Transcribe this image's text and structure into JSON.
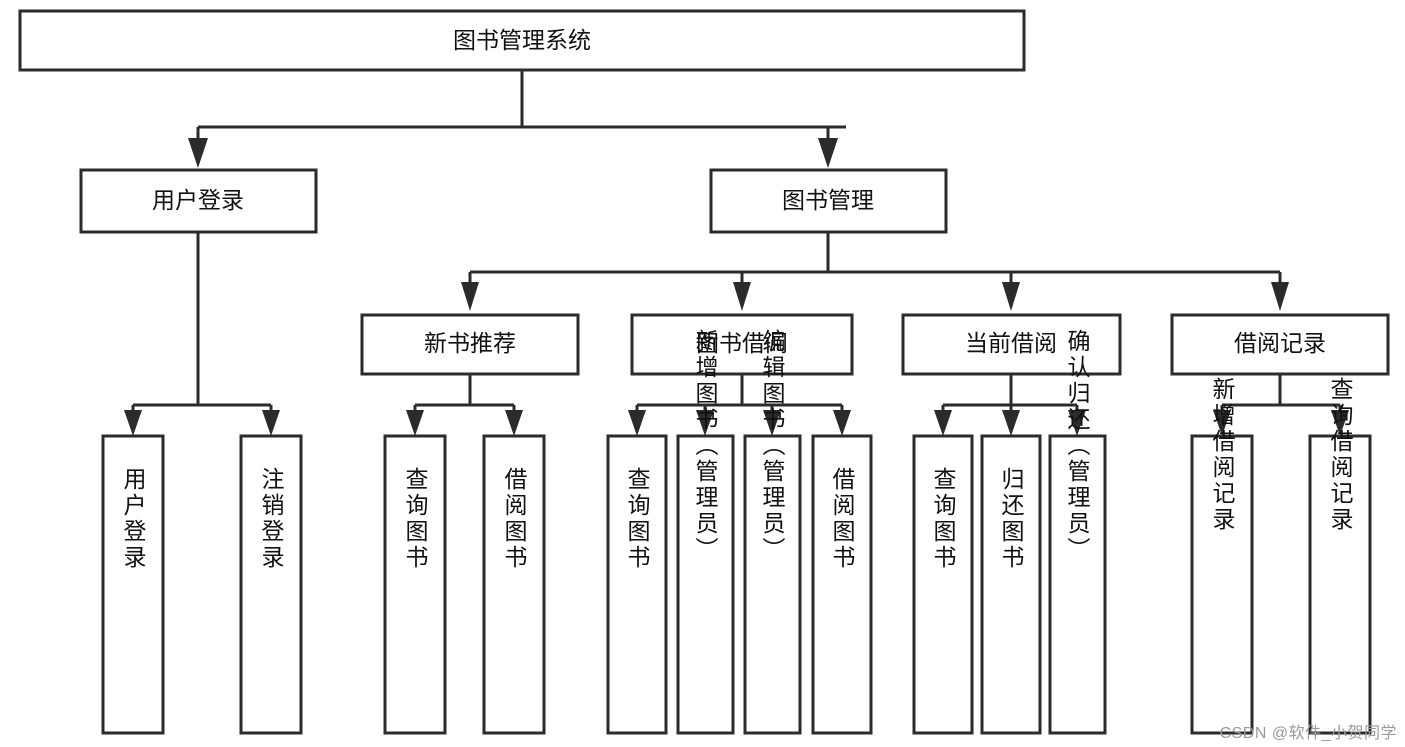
{
  "diagram": {
    "type": "tree-hierarchy",
    "title": "图书管理系统",
    "root": {
      "label": "图书管理系统",
      "children": [
        {
          "label": "用户登录",
          "children": [
            {
              "label": "用户登录"
            },
            {
              "label": "注销登录"
            }
          ]
        },
        {
          "label": "图书管理",
          "children": [
            {
              "label": "新书推荐",
              "children": [
                {
                  "label": "查询图书"
                },
                {
                  "label": "借阅图书"
                }
              ]
            },
            {
              "label": "图书借阅",
              "children": [
                {
                  "label": "查询图书"
                },
                {
                  "label": "新增图书（管理员）"
                },
                {
                  "label": "编辑图书（管理员）"
                },
                {
                  "label": "借阅图书"
                }
              ]
            },
            {
              "label": "当前借阅",
              "children": [
                {
                  "label": "查询图书"
                },
                {
                  "label": "归还图书"
                },
                {
                  "label": "确认归还（管理员）"
                }
              ]
            },
            {
              "label": "借阅记录",
              "children": [
                {
                  "label": "新增借阅记录"
                },
                {
                  "label": "查询借阅记录"
                }
              ]
            }
          ]
        }
      ]
    },
    "colors": {
      "box_fill": "#ffffff",
      "box_stroke": "#2b2b2b",
      "connector": "#2b2b2b",
      "text": "#111111",
      "watermark": "#9a9a9a",
      "background": "#ffffff"
    }
  },
  "labels": {
    "root": "图书管理系统",
    "l1_user_login": "用户登录",
    "l1_book_manage": "图书管理",
    "l2_new_book": "新书推荐",
    "l2_borrow": "图书借阅",
    "l2_current": "当前借阅",
    "l2_records": "借阅记录",
    "leaf_user_login": "用户登录",
    "leaf_logout": "注销登录",
    "leaf_query_book_a": "查询图书",
    "leaf_borrow_book_a": "借阅图书",
    "leaf_query_book_b": "查询图书",
    "leaf_add_book": "新增图书（管理员）",
    "leaf_edit_book": "编辑图书（管理员）",
    "leaf_borrow_book_b": "借阅图书",
    "leaf_query_book_c": "查询图书",
    "leaf_return_book": "归还图书",
    "leaf_confirm_return": "确认归还（管理员）",
    "leaf_add_record": "新增借阅记录",
    "leaf_query_record": "查询借阅记录"
  },
  "watermark": {
    "text": "CSDN @软件_小贺同学"
  }
}
